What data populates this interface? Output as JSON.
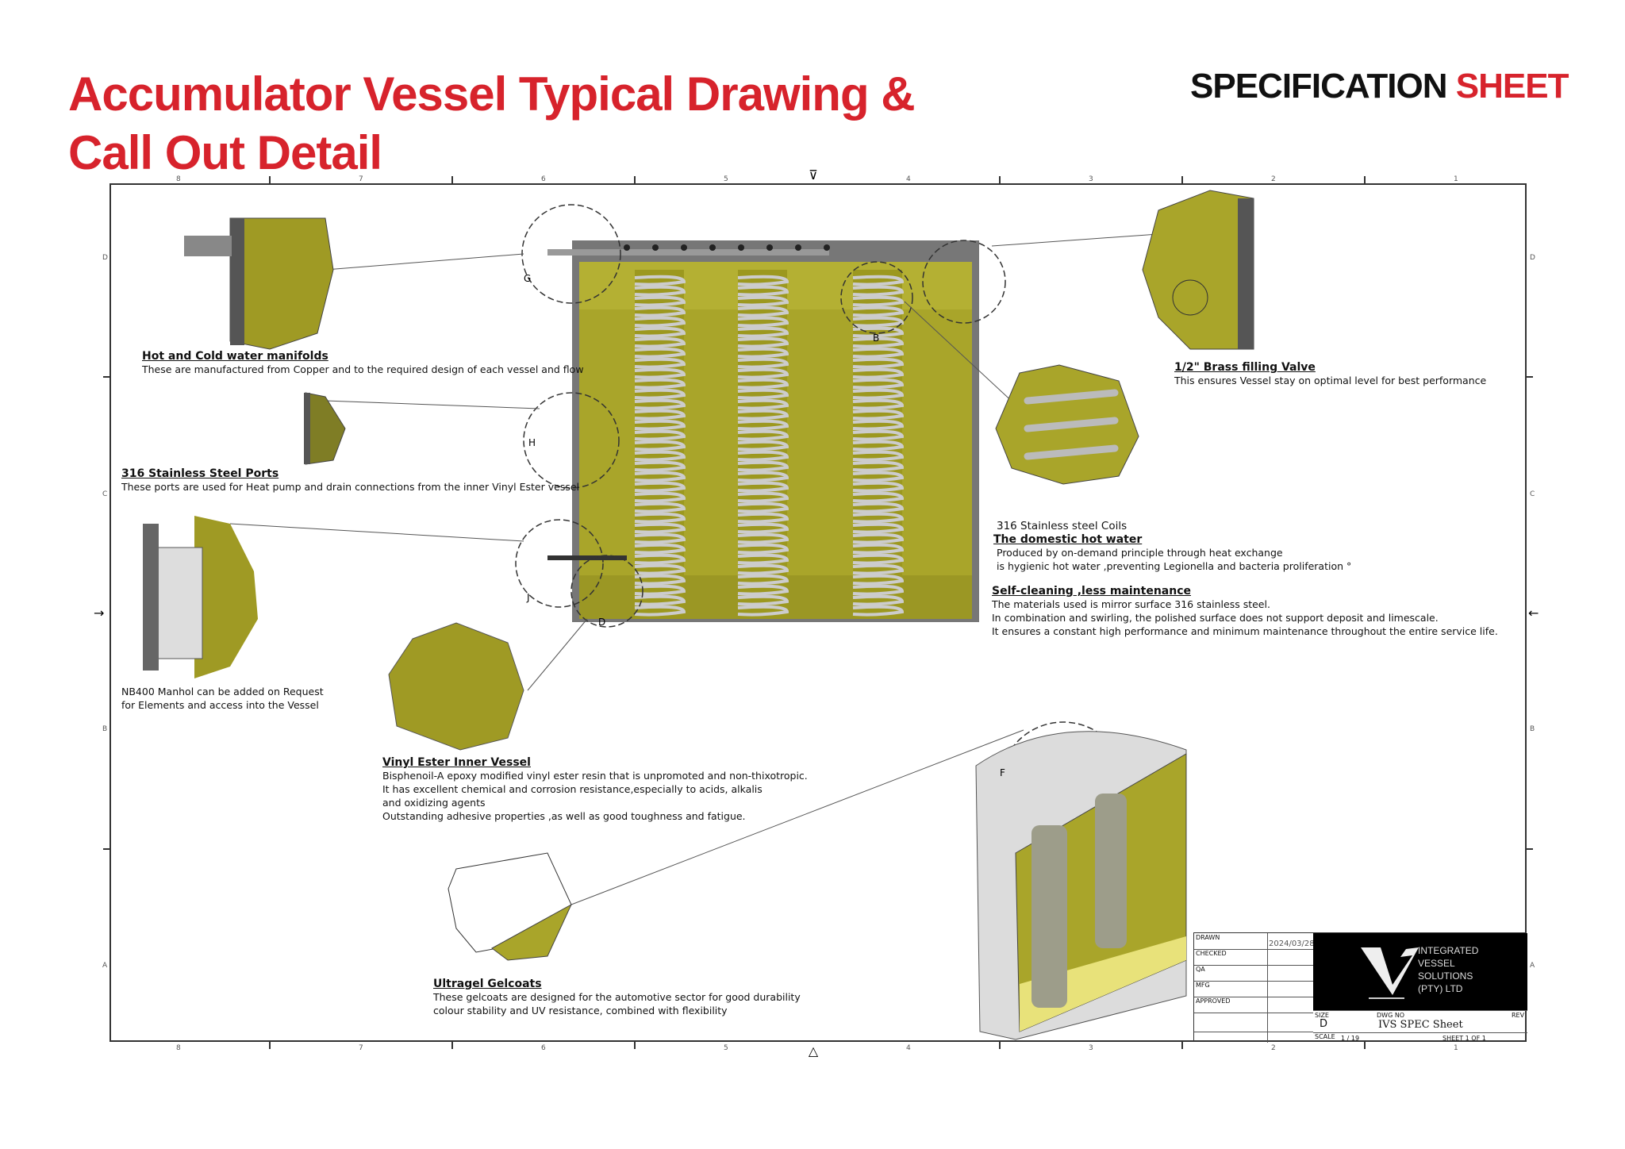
{
  "header": {
    "title_line1": "Accumulator Vessel Typical Drawing &",
    "title_line2": "Call Out Detail",
    "spec_word1": "SPECIFICATION",
    "spec_word2": "SHEET"
  },
  "ruler": {
    "columns": [
      "8",
      "7",
      "6",
      "5",
      "4",
      "3",
      "2",
      "1"
    ],
    "rows": [
      "D",
      "C",
      "B",
      "A"
    ]
  },
  "details": {
    "G": "G",
    "H": "H",
    "J": "J",
    "D": "D",
    "B": "B",
    "F": "F"
  },
  "callouts": {
    "manifolds": {
      "title": "Hot and Cold water manifolds",
      "desc": "These are manufactured from Copper and to the required design of each vessel and flow"
    },
    "ports": {
      "title": "316 Stainless Steel Ports",
      "desc": "These ports are used for Heat pump and drain connections from the inner Vinyl Ester vessel"
    },
    "manhole": {
      "line1": "NB400 Manhol can be added on Request",
      "line2": "for Elements and access into the Vessel"
    },
    "vinyl": {
      "title": "Vinyl Ester Inner Vessel",
      "lines": [
        "Bisphenoil-A epoxy modified vinyl ester resin that is unpromoted and non-thixotropic.",
        "It has excellent chemical and corrosion resistance,especially to acids, alkalis",
        "and oxidizing agents",
        "Outstanding adhesive properties ,as well as good toughness and fatigue."
      ]
    },
    "gelcoats": {
      "title": "Ultragel Gelcoats",
      "lines": [
        "These gelcoats are designed for the automotive sector for good durability",
        "colour stability and UV resistance, combined with flexibility"
      ]
    },
    "valve": {
      "title": "1/2\" Brass filling Valve",
      "desc": "This ensures Vessel stay on optimal level for best performance"
    },
    "coils": {
      "caption": "316 Stainless steel Coils",
      "title": "The domestic hot water",
      "lines": [
        "Produced by on-demand principle through heat exchange",
        "is hygienic hot water ,preventing Legionella and bacteria proliferation °"
      ]
    },
    "cleaning": {
      "title": "Self-cleaning ,less maintenance",
      "lines": [
        "The materials used is mirror surface 316 stainless steel.",
        "In combination and swirling, the polished surface does not support deposit and limescale.",
        "It ensures a constant high performance and minimum maintenance throughout the entire service life."
      ]
    }
  },
  "title_block": {
    "drawn": "DRAWN",
    "drawn_date": "2024/03/28",
    "checked": "CHECKED",
    "qa": "QA",
    "mfg": "MFG",
    "approved": "APPROVED",
    "company": [
      "INTEGRATED",
      "VESSEL",
      "SOLUTIONS",
      "(PTY) LTD"
    ],
    "size_label": "SIZE",
    "size": "D",
    "dwg_no_label": "DWG NO",
    "dwg_no": "IVS SPEC Sheet",
    "rev_label": "REV",
    "scale_label": "SCALE",
    "scale": "1 / 19",
    "sheet": "SHEET 1  OF 1"
  },
  "colors": {
    "brand_red": "#d7232c",
    "vessel_fill": "#a9a52a",
    "coil": "#b8b8b8"
  }
}
